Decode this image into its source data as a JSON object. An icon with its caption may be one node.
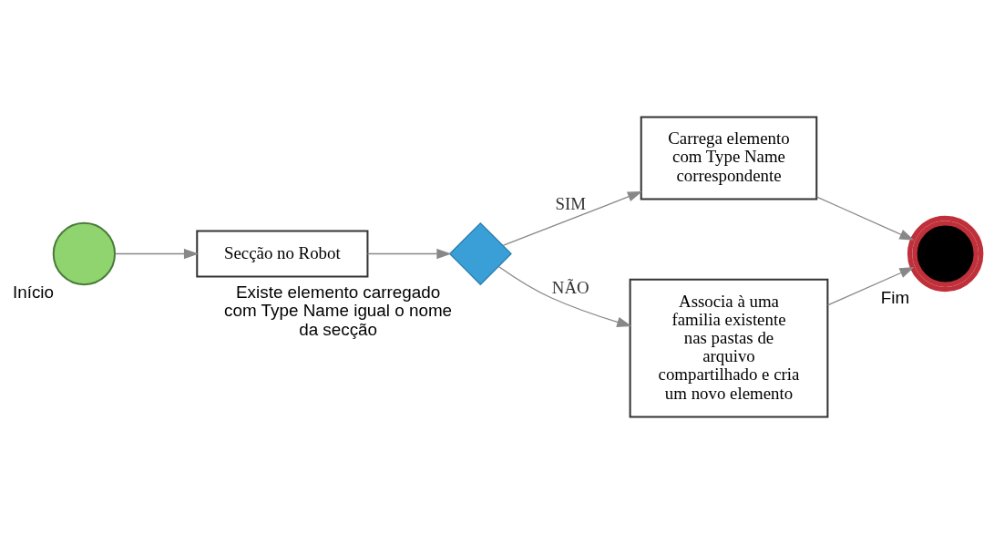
{
  "diagram": {
    "nodes": [
      {
        "text": [
          "Início"
        ]
      },
      {
        "text": [
          "Secção no Robot"
        ]
      },
      {
        "text": [
          "Existe elemento carregado com Type Name igual o nome da secção"
        ]
      },
      {
        "text": [
          "Carrega elemento com Type Name correspondente"
        ]
      },
      {
        "text": [
          "Associa à uma familia existente nas pastas de arquivo compartilhado e cria um novo elemento"
        ]
      },
      {
        "text": [
          "Fim"
        ]
      }
    ],
    "edges": [
      {
        "from": 0,
        "to": 1,
        "arrow": "to"
      },
      {
        "from": 1,
        "to": 2,
        "arrow": "to"
      },
      {
        "from": 2,
        "to": 3,
        "label": "SIM",
        "arrow": "to"
      },
      {
        "from": 2,
        "to": 4,
        "label": "NÃO",
        "arrow": "to"
      },
      {
        "from": 3,
        "to": 5,
        "arrow": "to"
      },
      {
        "from": 4,
        "to": 5,
        "arrow": "to"
      }
    ]
  }
}
